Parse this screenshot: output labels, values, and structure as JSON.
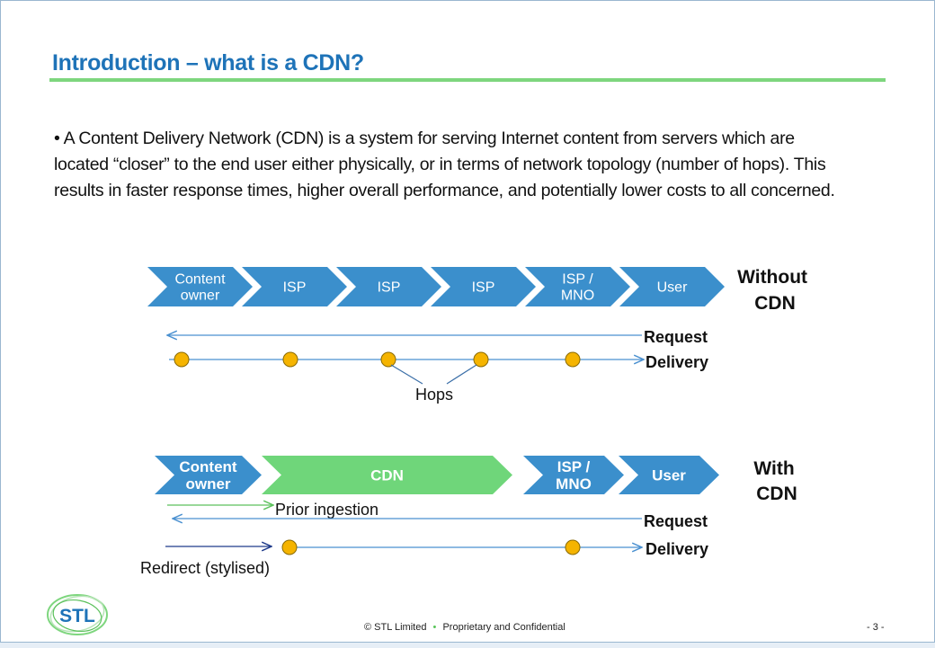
{
  "slide": {
    "title": "Introduction – what is a CDN?",
    "bullet_lines": [
      "• A Content Delivery Network (CDN) is a system for serving Internet content from servers which are",
      "located “closer” to the end user either physically, or in terms of network topology (number of hops). This",
      "results in faster response times, higher overall performance, and potentially lower costs to all concerned."
    ]
  },
  "without_cdn": {
    "chevrons": [
      [
        "Content",
        "owner"
      ],
      [
        "ISP"
      ],
      [
        "ISP"
      ],
      [
        "ISP"
      ],
      [
        "ISP /",
        "MNO"
      ],
      [
        "User"
      ]
    ],
    "label": [
      "Without",
      "CDN"
    ],
    "request_label": "Request",
    "delivery_label": "Delivery",
    "hops_label": "Hops",
    "hop_count": 5
  },
  "with_cdn": {
    "chevrons": [
      [
        "Content",
        "owner"
      ],
      [
        "CDN"
      ],
      [
        "ISP /",
        "MNO"
      ],
      [
        "User"
      ]
    ],
    "label": [
      "With",
      "CDN"
    ],
    "prior_ingestion_label": "Prior ingestion",
    "request_label": "Request",
    "delivery_label": "Delivery",
    "redirect_label": "Redirect (stylised)",
    "hop_count": 2
  },
  "colors": {
    "chevron_blue": "#3b8fcc",
    "chevron_green": "#6fd67a",
    "dot_fill": "#f5b400",
    "arrow_blue": "#4a90d0",
    "arrow_green": "#5cc15c",
    "arrow_navy": "#1e3a8a"
  },
  "logo": {
    "text": "STL"
  },
  "footer": {
    "copyright_symbol": "©",
    "company": "STL Limited",
    "separator": "•",
    "confidentiality": "Proprietary and Confidential",
    "page_number": "- 3 -"
  }
}
